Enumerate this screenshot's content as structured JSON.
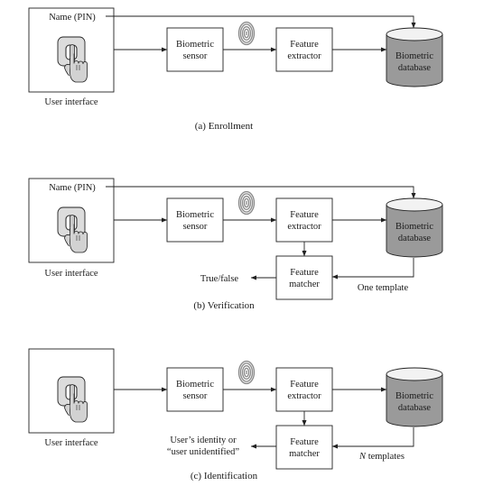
{
  "enrollment": {
    "name_pin": "Name (PIN)",
    "user_interface": "User interface",
    "sensor": [
      "Biometric",
      "sensor"
    ],
    "extractor": [
      "Feature",
      "extractor"
    ],
    "database": [
      "Biometric",
      "database"
    ],
    "caption": "(a) Enrollment"
  },
  "verification": {
    "name_pin": "Name (PIN)",
    "user_interface": "User interface",
    "sensor": [
      "Biometric",
      "sensor"
    ],
    "extractor": [
      "Feature",
      "extractor"
    ],
    "database": [
      "Biometric",
      "database"
    ],
    "matcher": [
      "Feature",
      "matcher"
    ],
    "result": [
      "True/false"
    ],
    "templates": "One template",
    "caption": "(b) Verification"
  },
  "identification": {
    "user_interface": "User interface",
    "sensor": [
      "Biometric",
      "sensor"
    ],
    "extractor": [
      "Feature",
      "extractor"
    ],
    "database": [
      "Biometric",
      "database"
    ],
    "matcher": [
      "Feature",
      "matcher"
    ],
    "result": [
      "User’s identity or",
      "“user unidentified”"
    ],
    "templates_n": "N",
    "templates": " templates",
    "caption": "(c) Identification"
  },
  "colors": {
    "database_fill": "#9a9a9a",
    "database_top": "#f2f2f2",
    "line": "#222222"
  },
  "icons": [
    "finger-touchpad-icon",
    "fingerprint-icon"
  ]
}
